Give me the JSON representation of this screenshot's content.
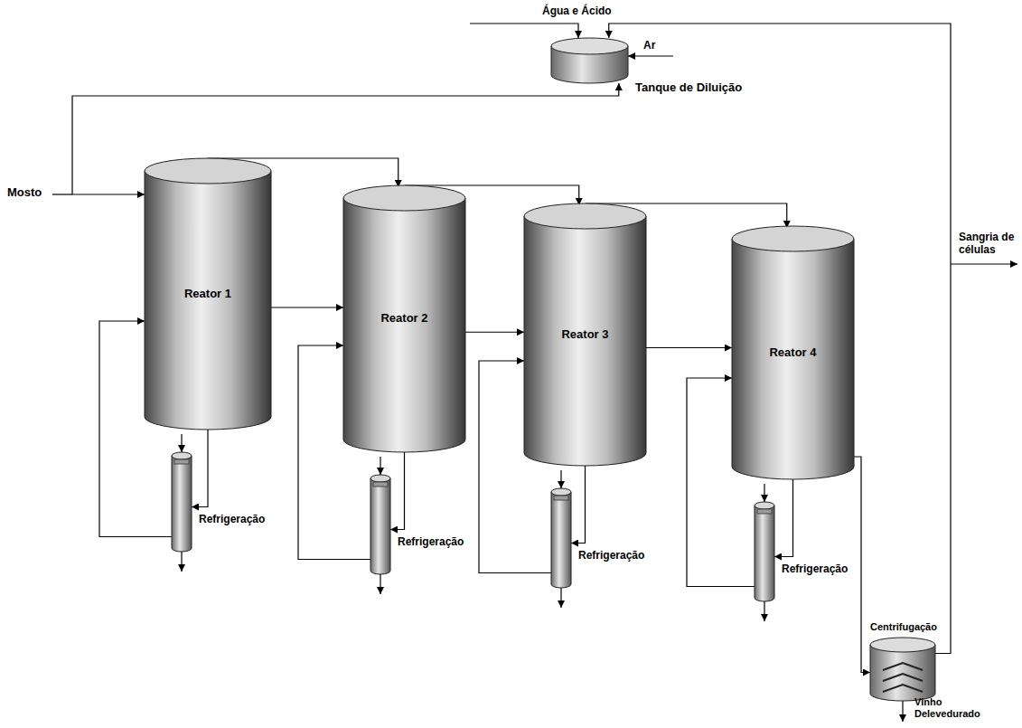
{
  "diagram": {
    "nodes": [
      {
        "text": [
          "Tanque de Diluição"
        ]
      },
      {
        "text": [
          "Reator 1"
        ]
      },
      {
        "text": [
          "Refrigeração"
        ]
      },
      {
        "text": [
          "Reator 2"
        ]
      },
      {
        "text": [
          "Refrigeração"
        ]
      },
      {
        "text": [
          "Reator 3"
        ]
      },
      {
        "text": [
          "Refrigeração"
        ]
      },
      {
        "text": [
          "Reator 4"
        ]
      },
      {
        "text": [
          "Refrigeração"
        ]
      },
      {
        "text": [
          "Centrifugação"
        ]
      }
    ],
    "edges": [
      {
        "from": 1,
        "to": 2,
        "arrow": "to"
      },
      {
        "from": 2,
        "to": 1,
        "arrow": "to"
      },
      {
        "from": 1,
        "to": 3,
        "arrow": "to"
      },
      {
        "from": 1,
        "to": 3,
        "arrow": "to"
      },
      {
        "from": 3,
        "to": 4,
        "arrow": "to"
      },
      {
        "from": 4,
        "to": 3,
        "arrow": "to"
      },
      {
        "from": 3,
        "to": 5,
        "arrow": "to"
      },
      {
        "from": 3,
        "to": 5,
        "arrow": "to"
      },
      {
        "from": 5,
        "to": 6,
        "arrow": "to"
      },
      {
        "from": 6,
        "to": 5,
        "arrow": "to"
      },
      {
        "from": 5,
        "to": 7,
        "arrow": "to"
      },
      {
        "from": 5,
        "to": 7,
        "arrow": "to"
      },
      {
        "from": 7,
        "to": 8,
        "arrow": "to"
      },
      {
        "from": 8,
        "to": 7,
        "arrow": "to"
      },
      {
        "from": 7,
        "to": 9,
        "arrow": "to"
      },
      {
        "from": 9,
        "to": 0,
        "arrow": "to"
      },
      {
        "from": 0,
        "to": 1,
        "arrow": "both"
      }
    ],
    "labels": [
      "Água e Ácido",
      "Ar",
      "Mosto",
      "Sangria de células",
      "Vinho Delevedurado"
    ]
  }
}
